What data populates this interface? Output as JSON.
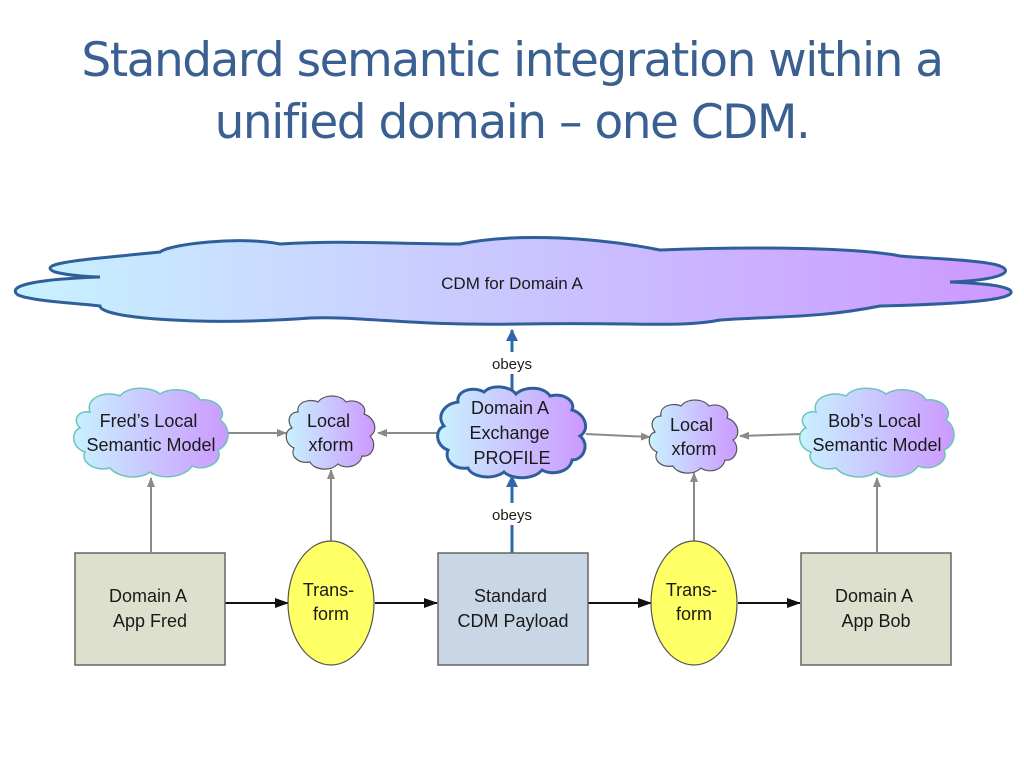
{
  "title": {
    "line1": "Standard semantic integration within a",
    "line2": "unified domain – one CDM."
  },
  "colors": {
    "title": "#3a5f91",
    "cloud_stroke": "#2f5f9a",
    "cloud_fill_start": "#c8f0ff",
    "cloud_fill_end": "#cc99ff",
    "app_box_fill": "#dde0cc",
    "payload_box_fill": "#c8d6e6",
    "transform_fill": "#ffff66",
    "local_model_stroke": "#6cc5b8",
    "obeys_arrow": "#2f67a8",
    "gray_arrow": "#888888"
  },
  "diagram": {
    "cdm_cloud": "CDM for Domain A",
    "profile_cloud": [
      "Domain A",
      "Exchange",
      "PROFILE"
    ],
    "obeys_top": "obeys",
    "obeys_bottom": "obeys",
    "fred_model": [
      "Fred’s Local",
      "Semantic Model"
    ],
    "bob_model": [
      "Bob’s Local",
      "Semantic Model"
    ],
    "left_xform": [
      "Local",
      "xform"
    ],
    "right_xform": [
      "Local",
      "xform"
    ],
    "app_fred": [
      "Domain A",
      "App Fred"
    ],
    "app_bob": [
      "Domain A",
      "App Bob"
    ],
    "payload": [
      "Standard",
      "CDM Payload"
    ],
    "left_transform": [
      "Trans-",
      "form"
    ],
    "right_transform": [
      "Trans-",
      "form"
    ]
  }
}
